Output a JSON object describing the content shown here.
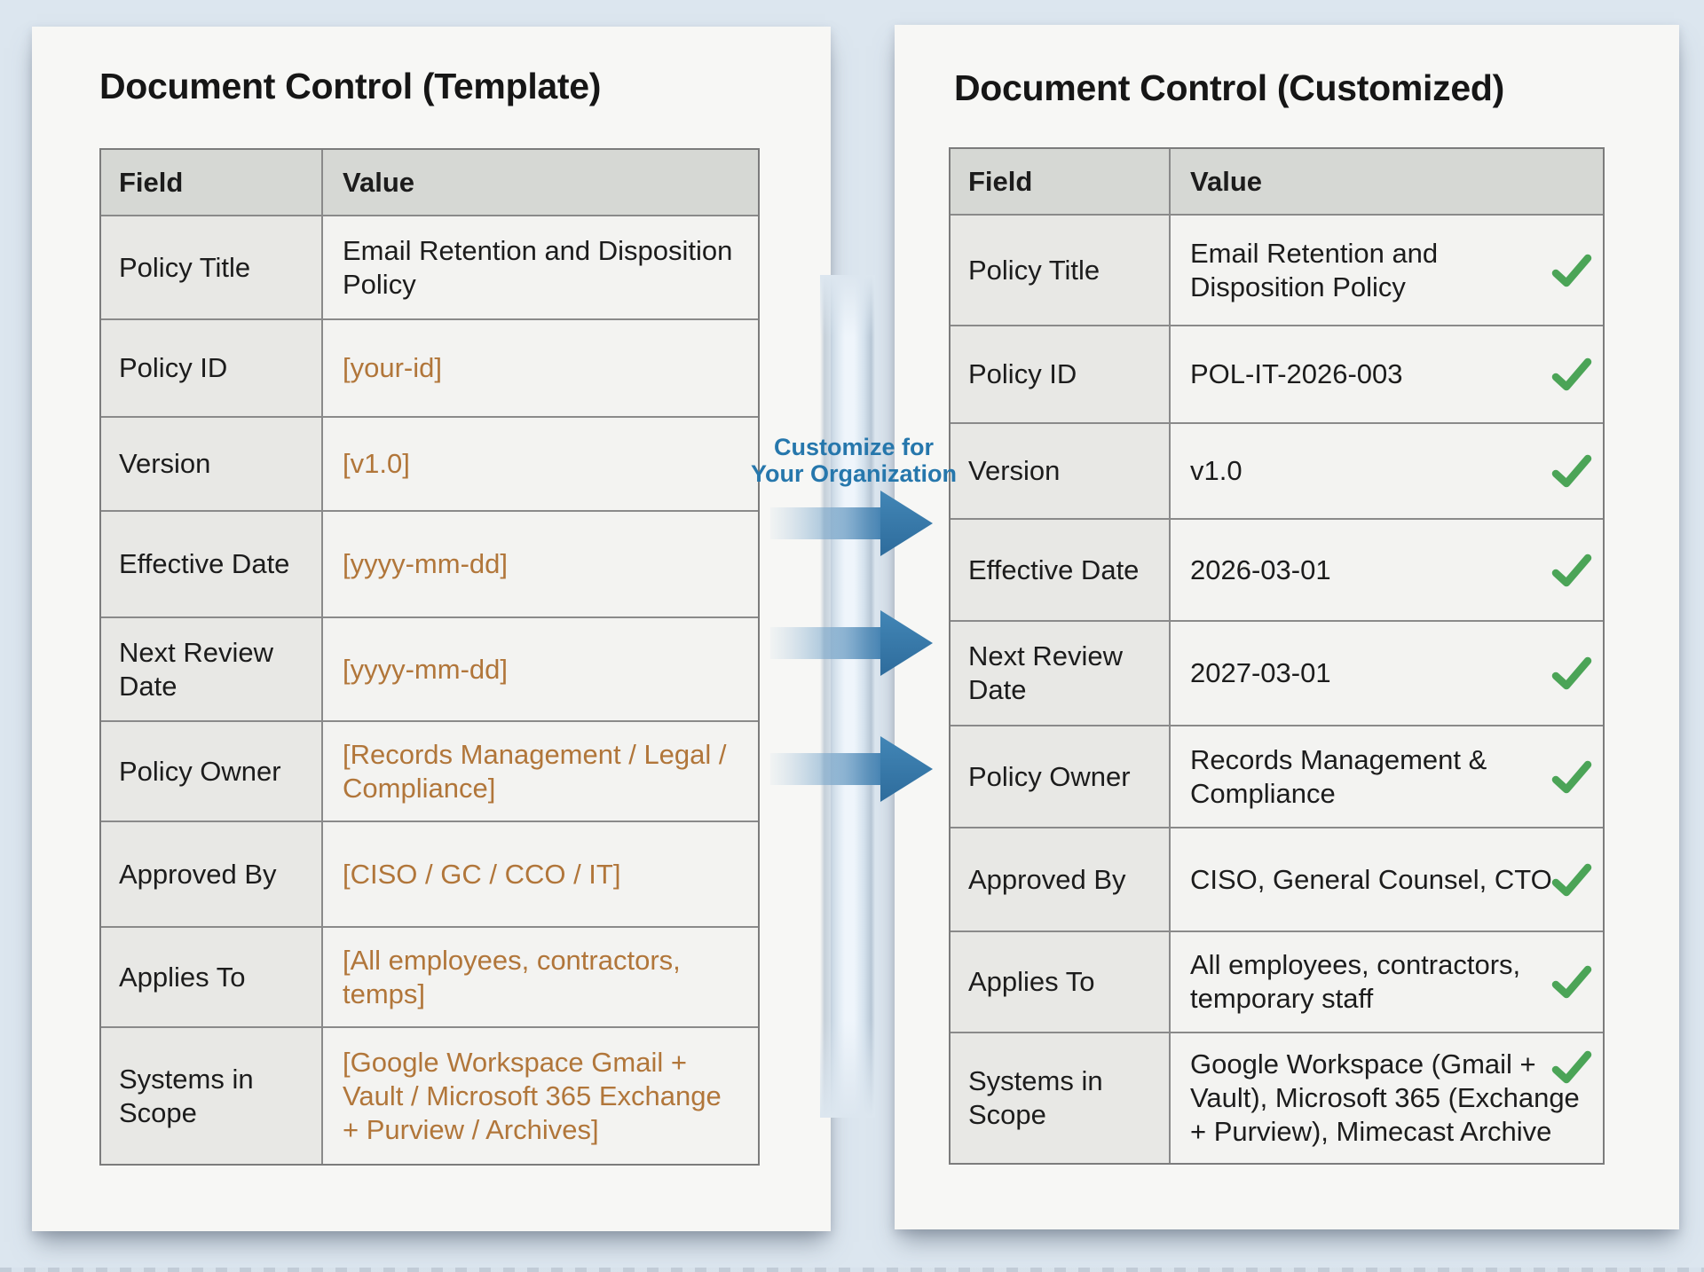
{
  "page": {
    "background_color": "#dce6ef"
  },
  "left_panel": {
    "title": "Document Control (Template)",
    "table": {
      "headers": {
        "field": "Field",
        "value": "Value"
      },
      "rows": [
        {
          "field": "Policy Title",
          "value": "Email Retention and Disposition\nPolicy",
          "placeholder": false
        },
        {
          "field": "Policy ID",
          "value": "[your-id]",
          "placeholder": true
        },
        {
          "field": "Version",
          "value": "[v1.0]",
          "placeholder": true
        },
        {
          "field": "Effective Date",
          "value": "[yyyy-mm-dd]",
          "placeholder": true
        },
        {
          "field": "Next Review\nDate",
          "value": "[yyyy-mm-dd]",
          "placeholder": true
        },
        {
          "field": "Policy Owner",
          "value": "[Records Management / Legal /\nCompliance]",
          "placeholder": true
        },
        {
          "field": "Approved By",
          "value": "[CISO / GC / CCO / IT]",
          "placeholder": true
        },
        {
          "field": "Applies To",
          "value": "[All employees, contractors,\ntemps]",
          "placeholder": true
        },
        {
          "field": "Systems in\nScope",
          "value": "[Google Workspace Gmail +\nVault / Microsoft 365 Exchange\n+ Purview / Archives]",
          "placeholder": true
        }
      ]
    }
  },
  "connector": {
    "label_line1": "Customize for",
    "label_line2": "Your Organization",
    "arrow_count": 3,
    "label_color": "#2677ac",
    "arrow_color": "#3679aa"
  },
  "right_panel": {
    "title": "Document Control (Customized)",
    "table": {
      "headers": {
        "field": "Field",
        "value": "Value"
      },
      "rows": [
        {
          "field": "Policy Title",
          "value": "Email Retention and\nDisposition Policy",
          "checked": true
        },
        {
          "field": "Policy ID",
          "value": "POL-IT-2026-003",
          "checked": true
        },
        {
          "field": "Version",
          "value": "v1.0",
          "checked": true
        },
        {
          "field": "Effective Date",
          "value": "2026-03-01",
          "checked": true
        },
        {
          "field": "Next Review\nDate",
          "value": "2027-03-01",
          "checked": true
        },
        {
          "field": "Policy Owner",
          "value": "Records Management &\nCompliance",
          "checked": true
        },
        {
          "field": "Approved By",
          "value": "CISO, General Counsel, CTO",
          "checked": true
        },
        {
          "field": "Applies To",
          "value": "All employees, contractors,\ntemporary staff",
          "checked": true
        },
        {
          "field": "Systems in\nScope",
          "value": "Google Workspace (Gmail +\nVault), Microsoft 365 (Exchange\n+ Purview), Mimecast Archive",
          "checked": true
        }
      ]
    }
  },
  "colors": {
    "placeholder_text": "#b1763a",
    "check_green": "#4ba457",
    "header_bg": "#d6d8d4",
    "field_bg": "#e8e8e5",
    "value_bg": "#f3f3f1",
    "paper_bg": "#f7f7f5",
    "border": "#808080",
    "text": "#1c1c1c"
  }
}
